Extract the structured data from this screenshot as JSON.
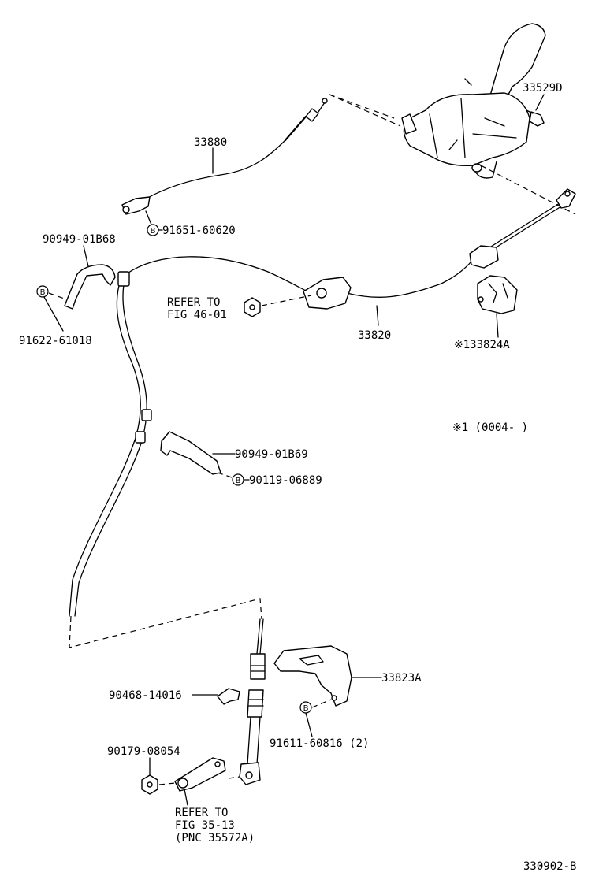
{
  "labels": {
    "p33880": "33880",
    "p33529d": "33529D",
    "p91651": "91651-60620",
    "p90949_b68": "90949-01B68",
    "p91622": "91622-61018",
    "refer_fig46_l1": "REFER TO",
    "refer_fig46_l2": "FIG 46-01",
    "p33820": "33820",
    "p133824a": "※133824A",
    "note1": "※1 (0004-      )",
    "p90949_b69": "90949-01B69",
    "p90119": "90119-06889",
    "p33823a": "33823A",
    "p90468": "90468-14016",
    "p91611": "91611-60816 (2)",
    "p90179": "90179-08054",
    "refer_fig35_l1": "REFER TO",
    "refer_fig35_l2": "FIG 35-13",
    "refer_fig35_l3": "(PNC 35572A)",
    "fig_code": "330902-B"
  },
  "symbols": {
    "bolt_marker": "B"
  }
}
